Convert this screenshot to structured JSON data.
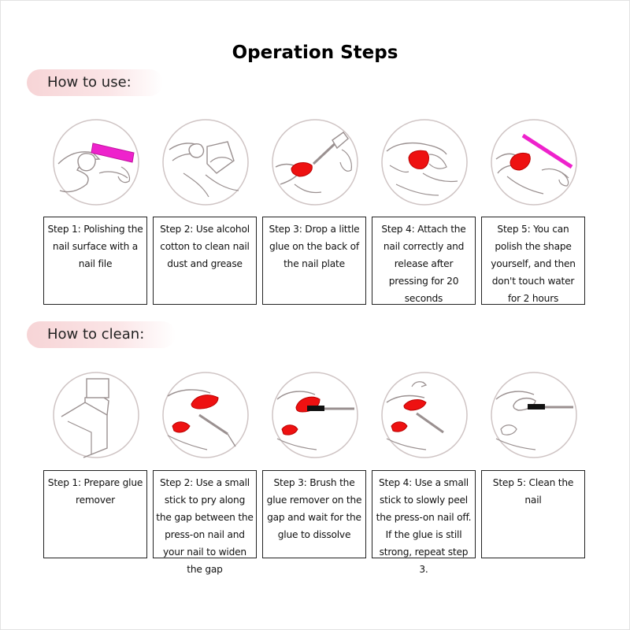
{
  "title": "Operation Steps",
  "use": {
    "label": "How to use:",
    "steps": [
      {
        "text": "Step 1: Polishing the nail surface with a nail file",
        "icon": "nail-file-polishing-icon"
      },
      {
        "text": "Step 2: Use alcohol cotton to clean nail dust and grease",
        "icon": "alcohol-cotton-cleaning-icon"
      },
      {
        "text": "Step 3: Drop a little glue on the back of the nail plate",
        "icon": "glue-drop-icon"
      },
      {
        "text": "Step 4: Attach the nail correctly and release after pressing for 20 seconds",
        "icon": "press-on-nail-attach-icon"
      },
      {
        "text": "Step 5: You can polish the shape yourself, and then don't touch water for 2 hours",
        "icon": "nail-shaping-icon"
      }
    ]
  },
  "clean": {
    "label": "How to clean:",
    "steps": [
      {
        "text": "Step 1: Prepare glue remover",
        "icon": "glue-remover-bottle-icon"
      },
      {
        "text": "Step 2: Use a small stick to pry along the gap between the press-on nail and your nail to widen the gap",
        "icon": "stick-pry-icon"
      },
      {
        "text": "Step 3: Brush the glue remover on the gap and wait for the glue to dissolve",
        "icon": "brush-remover-icon"
      },
      {
        "text": "Step 4: Use a small stick to slowly peel the press-on nail off.  If the glue is still strong, repeat step 3.",
        "icon": "peel-nail-icon"
      },
      {
        "text": "Step 5: Clean the nail",
        "icon": "clean-nail-icon"
      }
    ]
  },
  "colors": {
    "nail": "#ee1111",
    "file": "#ee22cc",
    "outline": "#9a9090",
    "circle": "#cfc4c4"
  }
}
